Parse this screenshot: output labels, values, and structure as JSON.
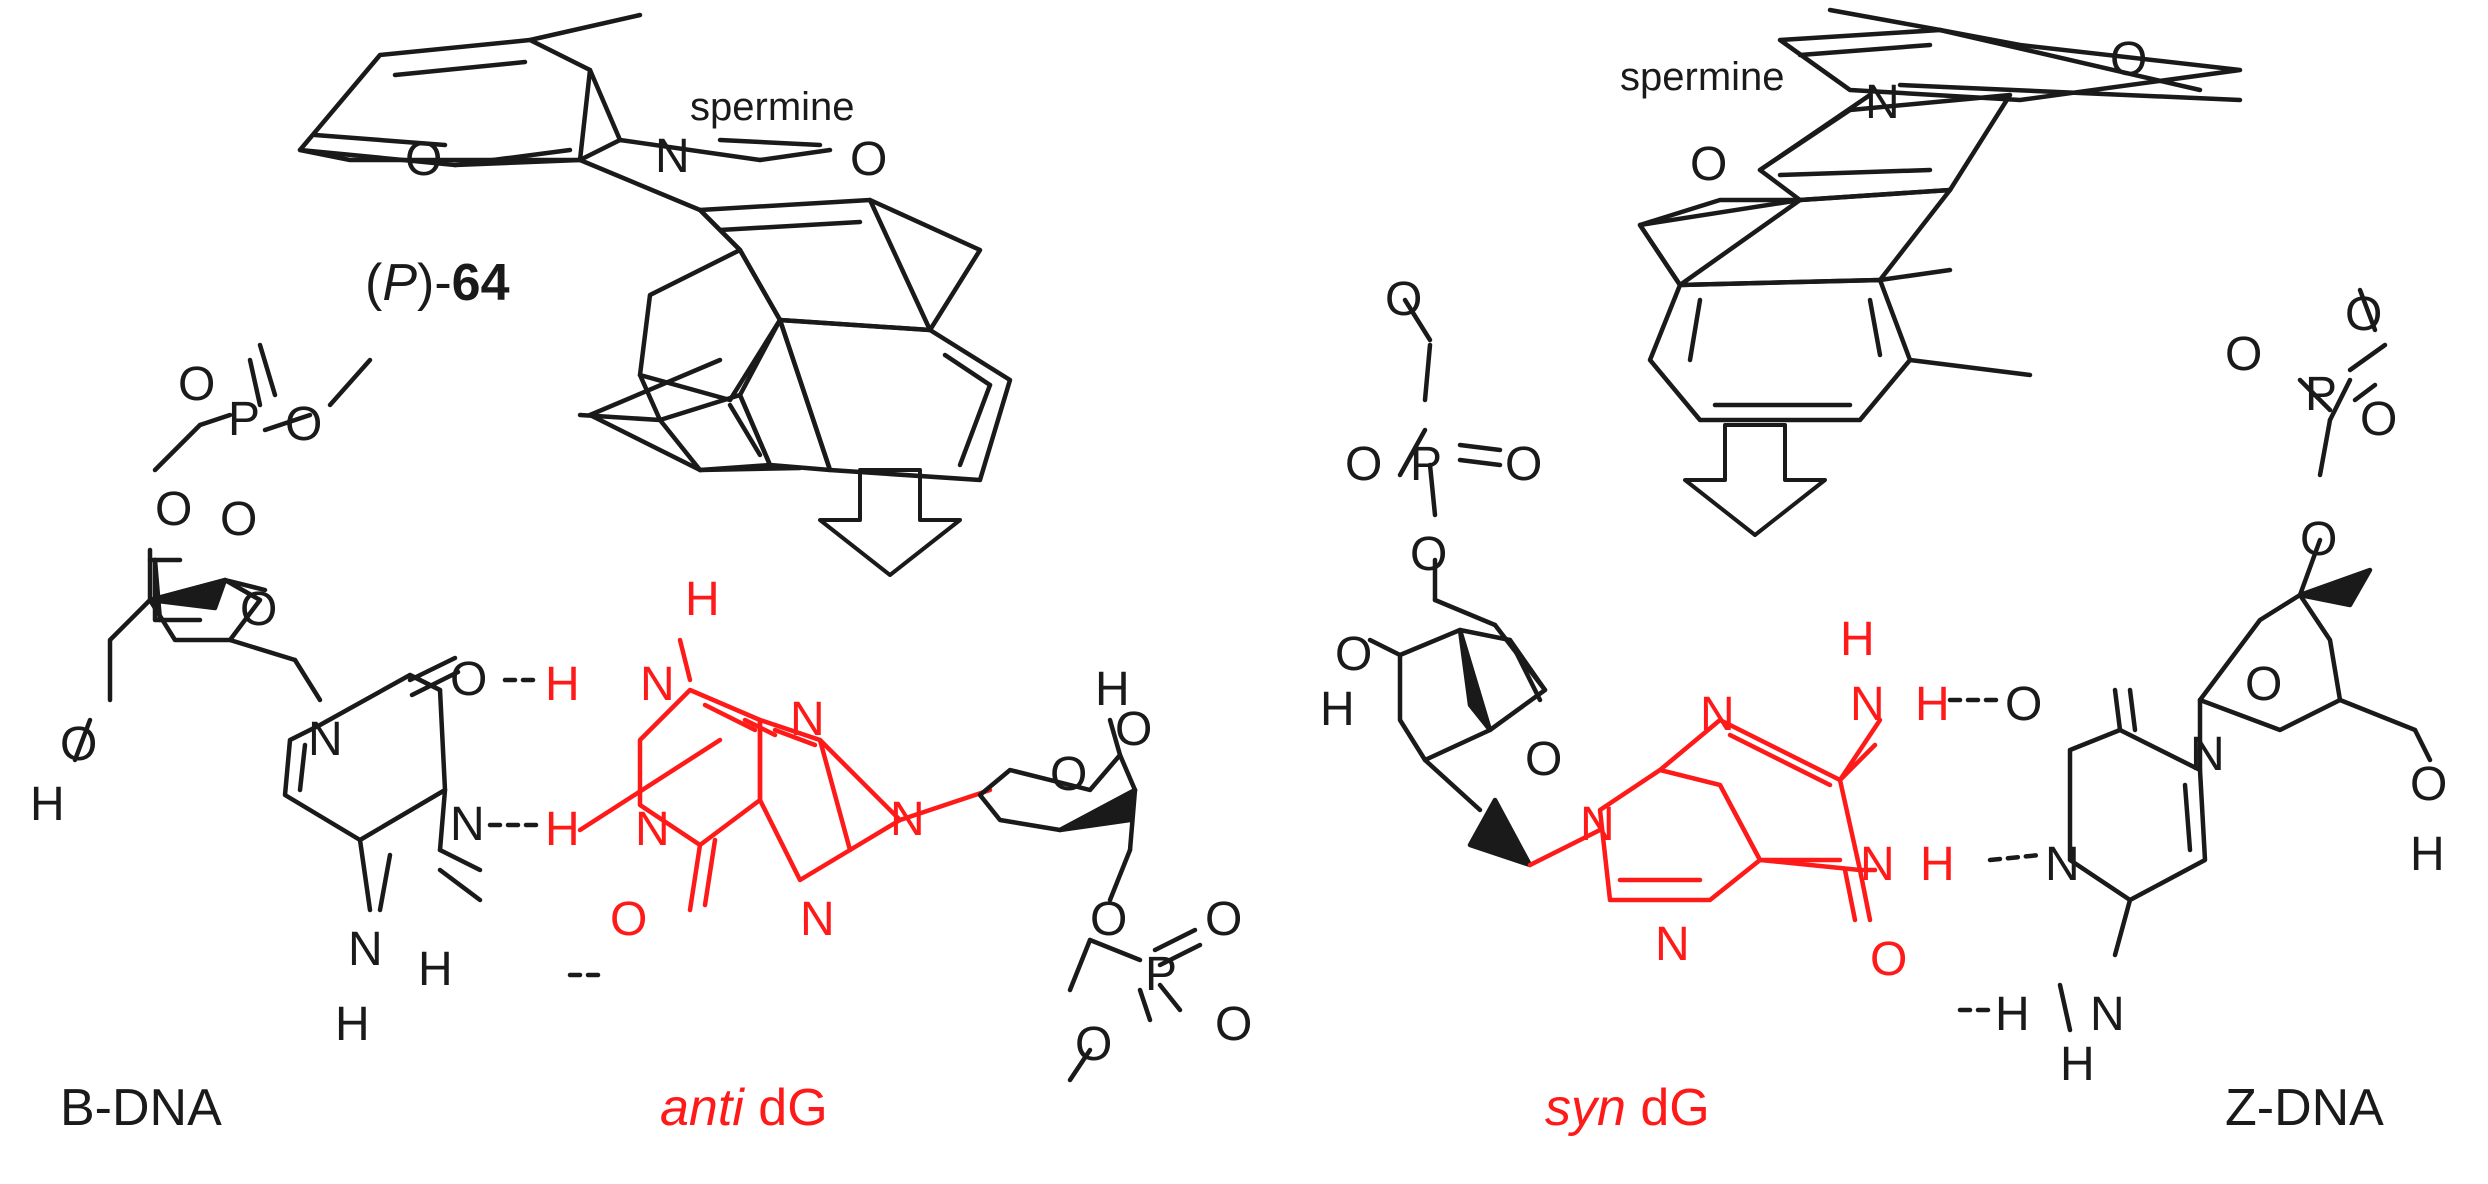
{
  "colors": {
    "ink": "#1a1a1a",
    "highlight": "#ff1a1a",
    "background": "#ffffff"
  },
  "compound": {
    "label_prefix": "(",
    "label_italic": "P",
    "label_suffix": ")-",
    "label_bold": "64"
  },
  "atoms": {
    "nitrogen": "N",
    "oxygen": "O",
    "hydrogen": "H",
    "phosphorus": "P",
    "substituent": "spermine"
  },
  "left_panel": {
    "form_label": "B-DNA",
    "nucleoside_italic": "anti",
    "nucleoside_rest": " dG"
  },
  "right_panel": {
    "form_label": "Z-DNA",
    "nucleoside_italic": "syn",
    "nucleoside_rest": " dG"
  }
}
